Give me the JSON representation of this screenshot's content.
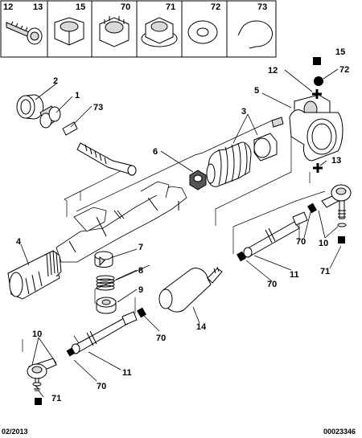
{
  "header_cells": [
    "12",
    "13",
    "15",
    "70",
    "71",
    "72",
    "73"
  ],
  "callouts": {
    "c1": "1",
    "c2": "2",
    "c3": "3",
    "c4": "4",
    "c5": "5",
    "c6": "6",
    "c7": "7",
    "c8": "8",
    "c9": "9",
    "c10_left": "10",
    "c10_right": "10",
    "c11_left": "11",
    "c11_right": "11",
    "c12": "12",
    "c13": "13",
    "c14": "14",
    "c15": "15",
    "c70_a": "70",
    "c70_b": "70",
    "c70_c": "70",
    "c70_d": "70",
    "c71_left": "71",
    "c71_right": "71",
    "c72": "72",
    "c73": "73"
  },
  "footer": {
    "date": "02/2013",
    "reference": "00023346"
  }
}
